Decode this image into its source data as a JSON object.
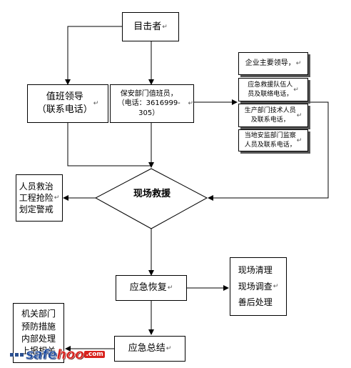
{
  "nodes": {
    "witness": "目击者",
    "duty_leader": "值班领导\n（联系电话）",
    "security_duty": "保安部门值班员，\n（电话：3616999-305）",
    "enterprise_leader": "企业主要领导，",
    "emergency_team": "应急救援队伍人\n员及联络电话，",
    "production_tech": "生产部门技术人员\n及联系电话，",
    "local_supervision": "当地安监部门监察\n人员及联系电话，",
    "rescue_actions": "人员救治\n工程抢险\n划定警戒",
    "site_rescue": "现场救援",
    "emergency_recovery": "应急恢复",
    "site_actions": "现场清理\n现场调查\n善后处理",
    "prevention": "机关部门\n预防措施\n内部处理\n上报相关",
    "emergency_summary": "应急总结"
  },
  "watermark": {
    "part1": "safe",
    "part2": "hoo",
    "tld": ".com"
  },
  "colors": {
    "line": "#000000",
    "logo_blue": "#1d4a9c",
    "logo_red": "#d8221d"
  }
}
